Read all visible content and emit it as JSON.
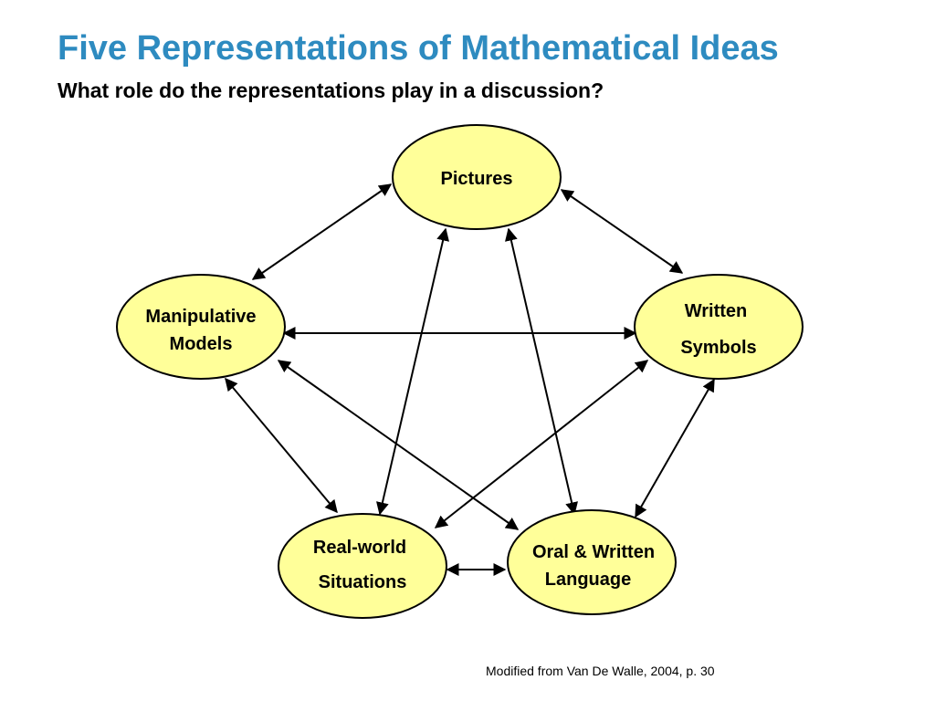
{
  "title": "Five Representations of Mathematical Ideas",
  "subtitle": "What role do the representations play in a discussion?",
  "colors": {
    "title": "#2e8bc0",
    "node_fill": "#ffff99",
    "node_stroke": "#000000"
  },
  "nodes": {
    "pictures": {
      "line1": "Pictures"
    },
    "manipulative": {
      "line1": "Manipulative",
      "line2": "Models"
    },
    "written": {
      "line1": "Written",
      "line2": "Symbols"
    },
    "realworld": {
      "line1": "Real-world",
      "line2": "Situations"
    },
    "oral": {
      "line1": "Oral & Written",
      "line2": "Language"
    }
  },
  "connections": [
    {
      "from": "Pictures",
      "to": "Manipulative Models"
    },
    {
      "from": "Pictures",
      "to": "Written Symbols"
    },
    {
      "from": "Pictures",
      "to": "Real-world Situations"
    },
    {
      "from": "Pictures",
      "to": "Oral & Written Language"
    },
    {
      "from": "Manipulative Models",
      "to": "Written Symbols"
    },
    {
      "from": "Manipulative Models",
      "to": "Real-world Situations"
    },
    {
      "from": "Manipulative Models",
      "to": "Oral & Written Language"
    },
    {
      "from": "Written Symbols",
      "to": "Real-world Situations"
    },
    {
      "from": "Written Symbols",
      "to": "Oral & Written Language"
    },
    {
      "from": "Real-world Situations",
      "to": "Oral & Written Language"
    }
  ],
  "citation": "Modified from Van De Walle, 2004, p. 30"
}
